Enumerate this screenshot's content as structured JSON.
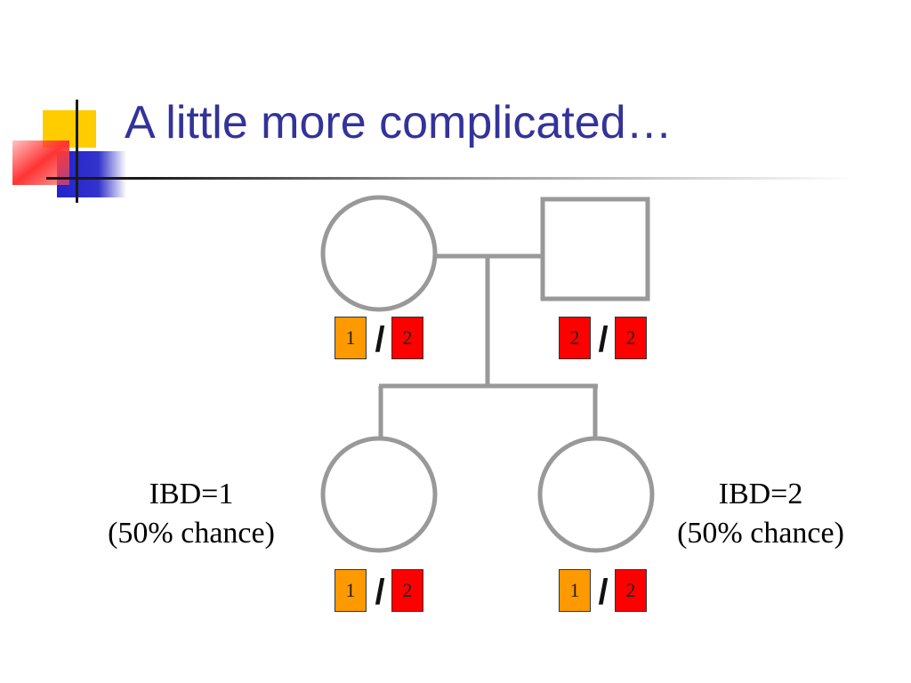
{
  "title": "A little more complicated…",
  "colors": {
    "title": "#333399",
    "allele_1": "#ff9900",
    "allele_2": "#ff0000",
    "pedigree_line": "#999999",
    "logo_yellow": "#ffcc00",
    "logo_blue": "#3333cc",
    "logo_red": "#ff3333"
  },
  "pedigree": {
    "parents": {
      "mother": {
        "shape": "circle",
        "alleles": [
          "1",
          "2"
        ]
      },
      "father": {
        "shape": "square",
        "alleles": [
          "2",
          "2"
        ]
      }
    },
    "children": [
      {
        "shape": "circle",
        "alleles": [
          "1",
          "2"
        ],
        "ibd_label": "IBD=1",
        "chance_label": "(50% chance)"
      },
      {
        "shape": "circle",
        "alleles": [
          "1",
          "2"
        ],
        "ibd_label": "IBD=2",
        "chance_label": "(50% chance)"
      }
    ],
    "separator": "/"
  }
}
